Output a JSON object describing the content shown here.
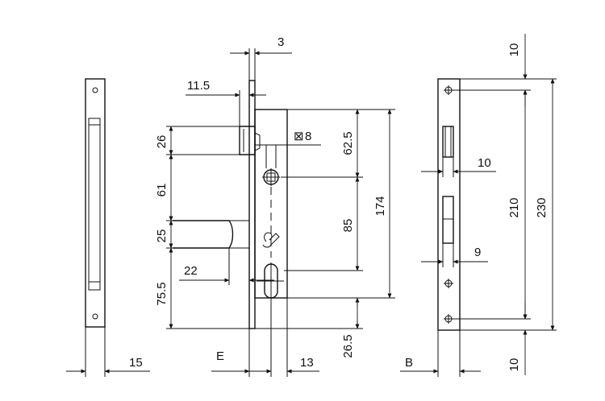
{
  "dimensions": {
    "frontplate_thickness": "3",
    "bolt_projection": "11.5",
    "latch_height": "26",
    "spindle_square": "8",
    "spindle_offset": "62.5",
    "latch_to_bolt": "61",
    "case_height": "174",
    "centre_distance": "85",
    "bolt_height": "25",
    "bolt_throw": "22",
    "bottom_distance": "75.5",
    "case_bottom": "26.5",
    "backset_symbol": "E",
    "case_depth": "13",
    "frontplate_width": "15",
    "top_margin": "10",
    "latch_width": "10",
    "bolt_width": "9",
    "screw_centres": "210",
    "plate_length": "230",
    "bottom_margin": "10",
    "plate_symbol": "B",
    "square_symbol": "⊠"
  },
  "colors": {
    "line": "#111111",
    "background": "#ffffff"
  }
}
